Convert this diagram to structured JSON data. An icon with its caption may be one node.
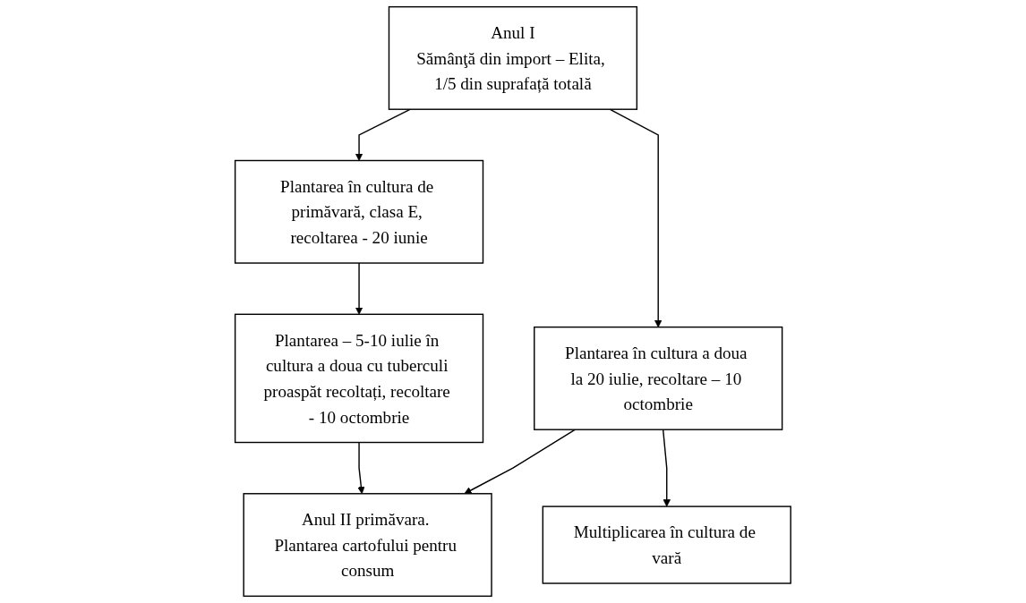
{
  "diagram": {
    "nodes": [
      {
        "text": [
          "Anul I",
          "Sămânţă din import – Elita, 1/5 din suprafață totală"
        ]
      },
      {
        "text": [
          "Plantarea în cultura de primăvară, clasa E, recoltarea - 20 iunie"
        ]
      },
      {
        "text": [
          "Plantarea – 5-10 iulie în cultura a doua cu tuberculi proaspăt recoltați, recoltare - 10 octombrie"
        ]
      },
      {
        "text": [
          "Plantarea în cultura a doua la 20 iulie, recoltare – 10 octombrie"
        ]
      },
      {
        "text": [
          "Anul II primăvara. Plantarea cartofului pentru consum"
        ]
      },
      {
        "text": [
          "Multiplicarea în cultura de vară"
        ]
      }
    ],
    "edges": [
      {
        "from": 0,
        "to": 1,
        "arrow": "to"
      },
      {
        "from": 0,
        "to": 3,
        "arrow": "to"
      },
      {
        "from": 1,
        "to": 2,
        "arrow": "to"
      },
      {
        "from": 2,
        "to": 4,
        "arrow": "to"
      },
      {
        "from": 3,
        "to": 4,
        "arrow": "to"
      },
      {
        "from": 3,
        "to": 5,
        "arrow": "to"
      }
    ]
  }
}
